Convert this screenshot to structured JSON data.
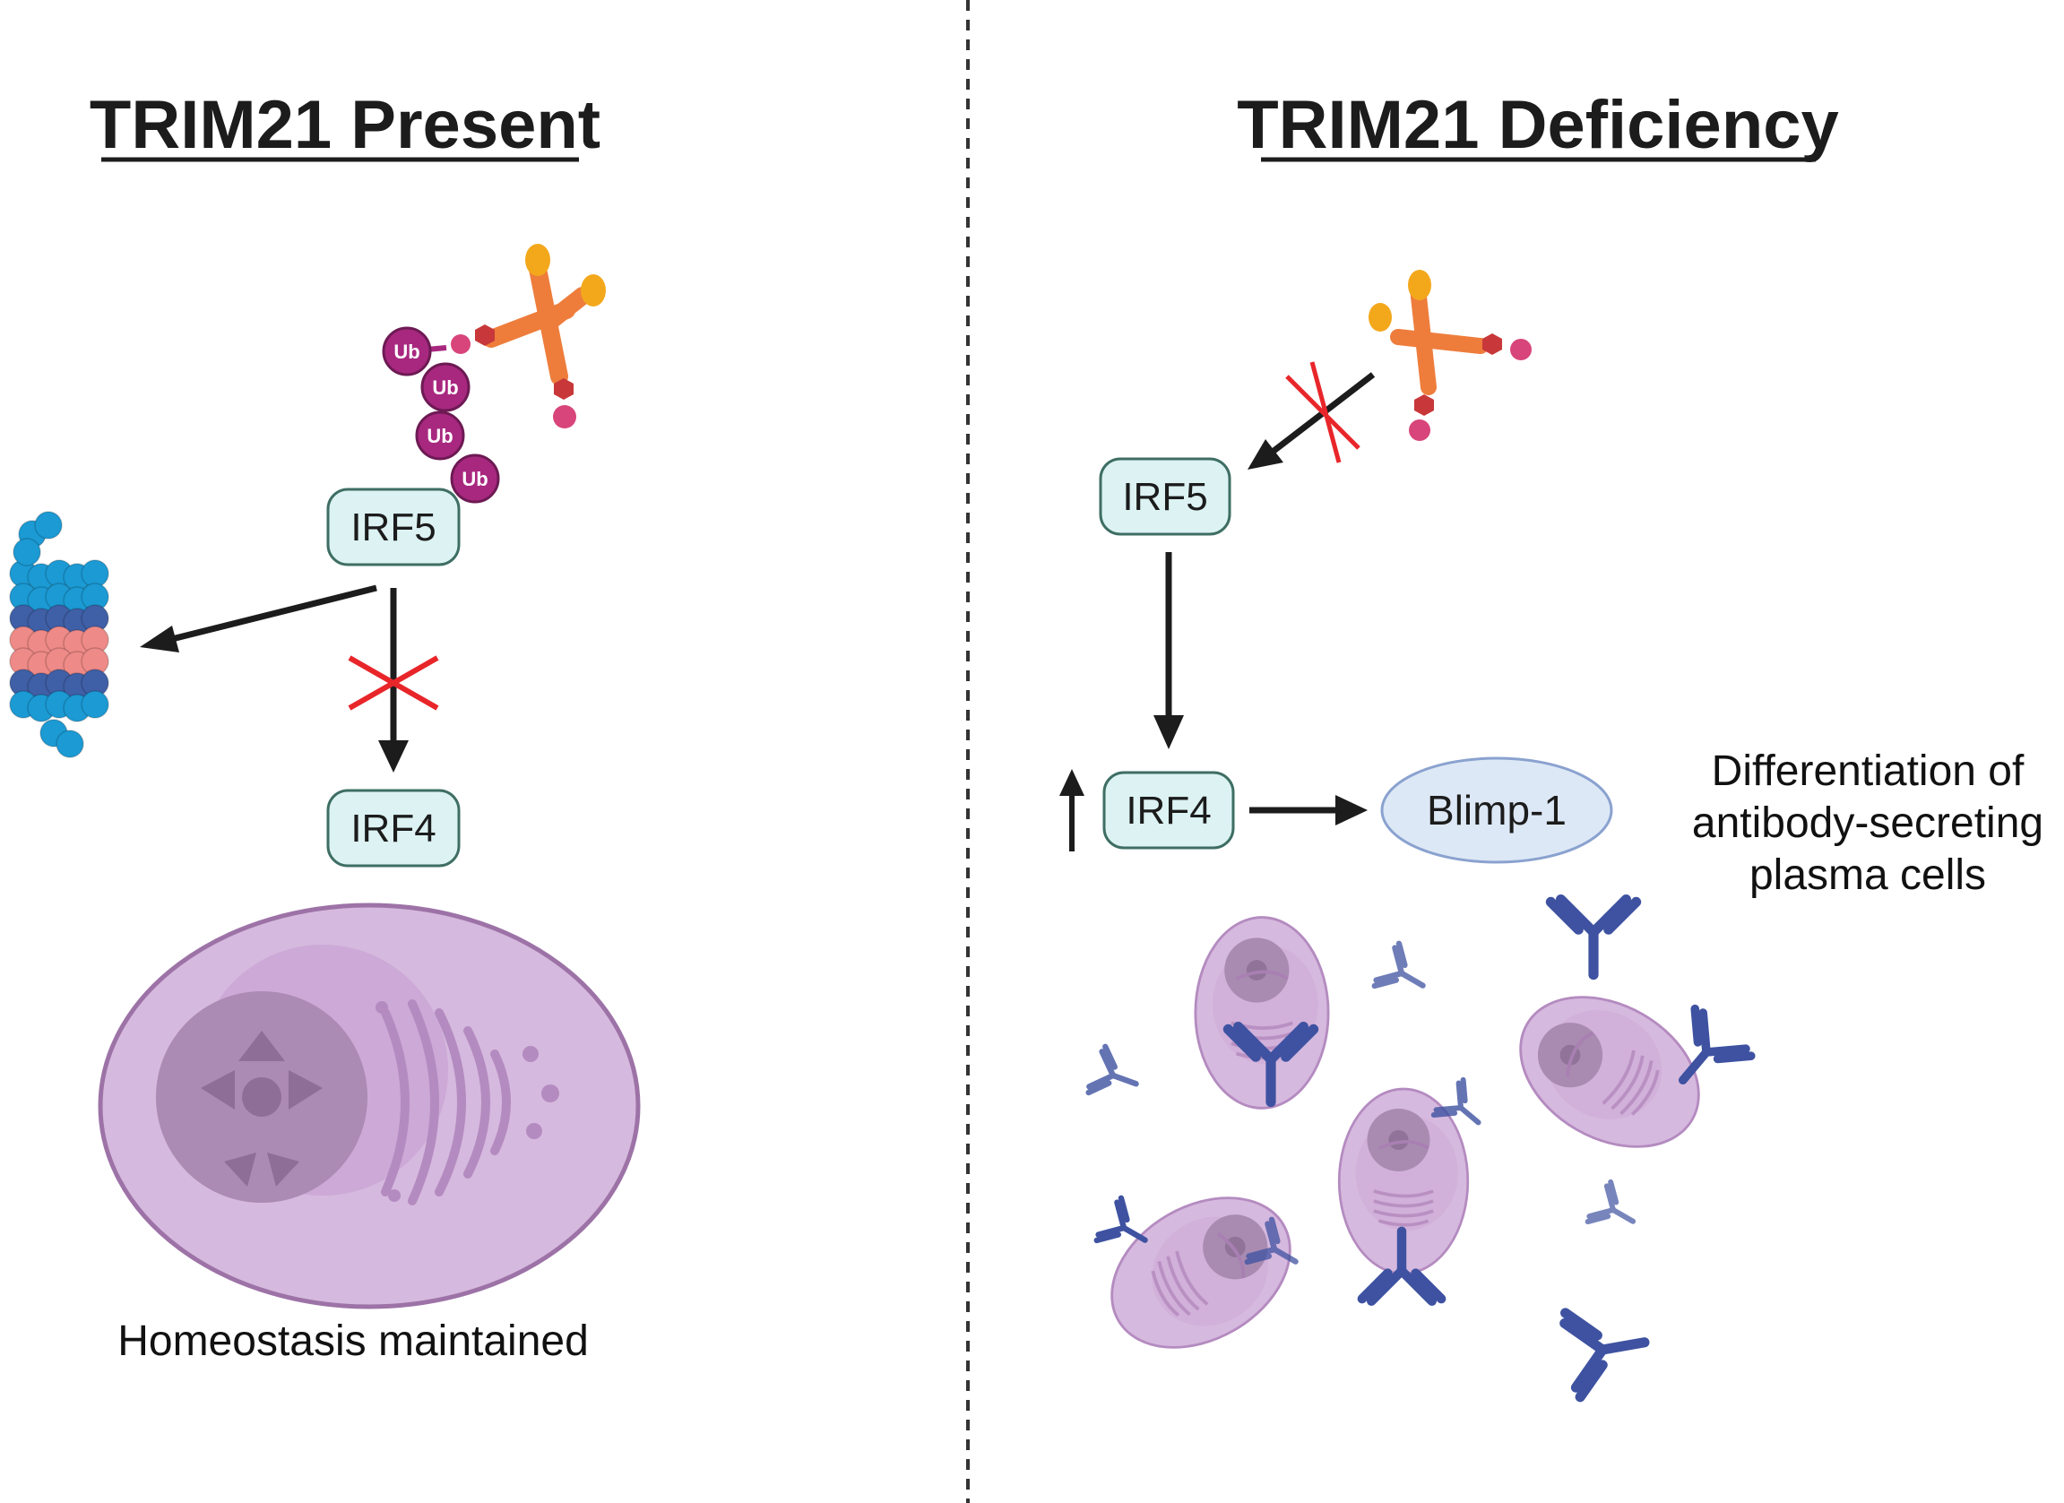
{
  "left_panel": {
    "title": "TRIM21 Present",
    "irf5_label": "IRF5",
    "irf4_label": "IRF4",
    "ub_labels": [
      "Ub",
      "Ub",
      "Ub",
      "Ub"
    ],
    "caption": "Homeostasis maintained"
  },
  "right_panel": {
    "title": "TRIM21 Deficiency",
    "irf5_label": "IRF5",
    "irf4_label": "IRF4",
    "blimp_label": "Blimp-1",
    "caption_lines": [
      "Differentiation of",
      "antibody-secreting",
      "plasma cells"
    ]
  },
  "colors": {
    "box_fill": "#dcf2f3",
    "box_stroke": "#3e6e63",
    "cross": "#e8262a",
    "ubiquitin": "#a8287f",
    "trim21_body": "#ee7d3c",
    "trim21_tip": "#f3a81c",
    "proteasome_outer": "#1b9ad4",
    "proteasome_mid": "#3f5fa6",
    "proteasome_core": "#ee8a87",
    "cell": "#d6b9de",
    "antibody": "#3e52a1"
  }
}
